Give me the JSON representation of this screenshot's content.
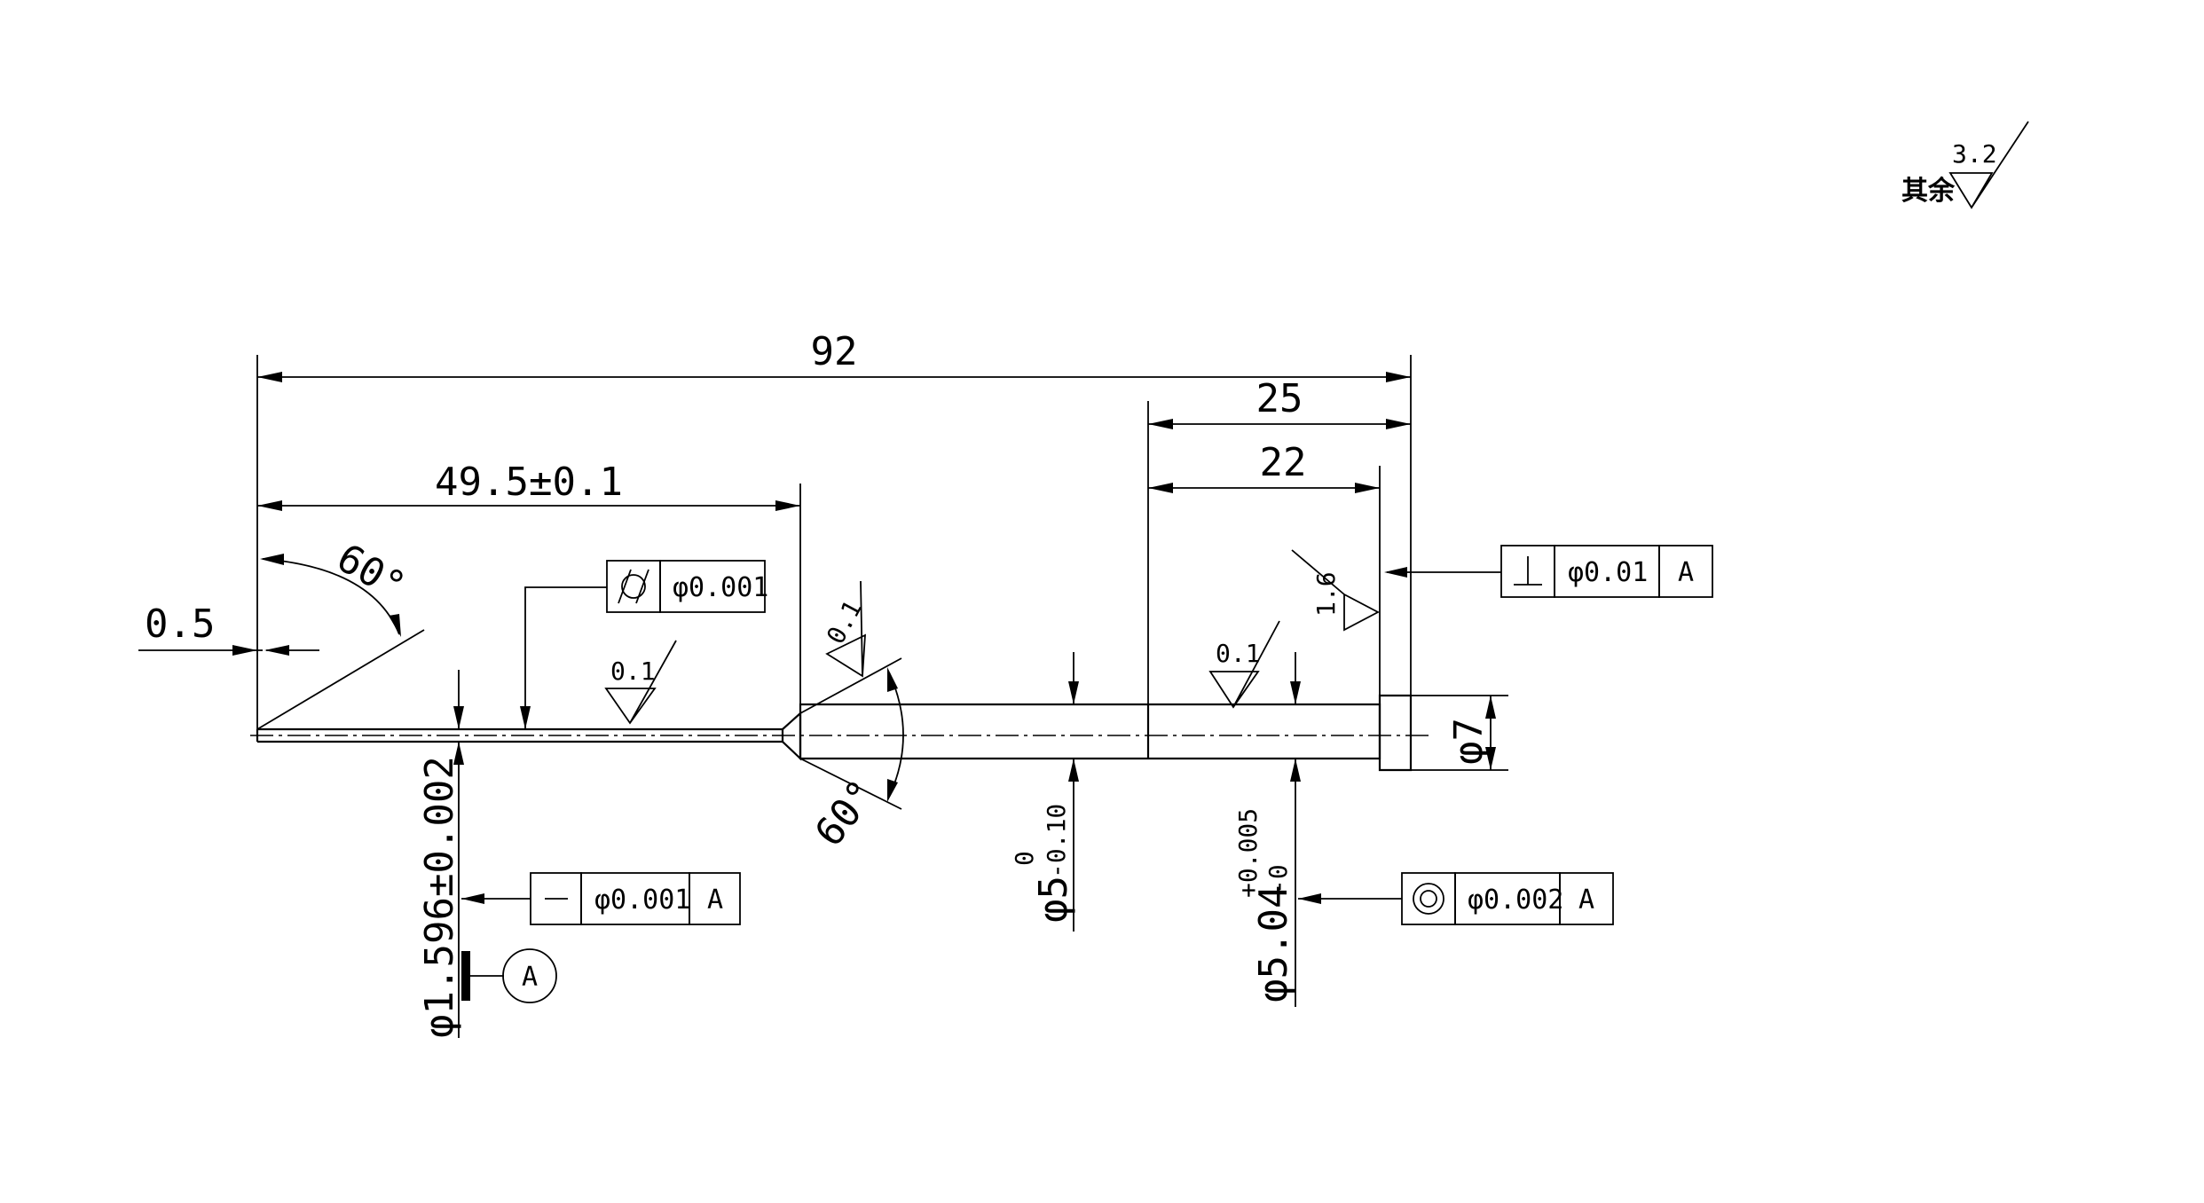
{
  "roughness_note": {
    "prefix": "其余",
    "value": "3.2"
  },
  "dimensions": {
    "overall_length": "92",
    "head_section": "25",
    "shank_section": "22",
    "pin_length": "49.5±0.1",
    "tip_width": "0.5",
    "tip_angle": "60°",
    "taper_angle": "60°",
    "pin_diameter": "φ1.596±0.002",
    "body_diameter_base": "φ5",
    "body_diameter_upper_tol": "0",
    "body_diameter_lower_tol": "-0.10",
    "shoulder_diameter_base": "φ5.04",
    "shoulder_diameter_upper_tol": "+0.005",
    "shoulder_diameter_lower_tol": "-0",
    "head_diameter": "φ7"
  },
  "surface_finish": {
    "pin": "0.1",
    "taper": "0.1",
    "shoulder": "0.1",
    "head_face": "1.6"
  },
  "tolerance_frames": {
    "cylindricity": {
      "symbol": "cylindricity",
      "value": "φ0.001"
    },
    "straightness": {
      "symbol": "straightness",
      "value": "φ0.001",
      "datum": "A"
    },
    "perpendicularity": {
      "symbol": "perpendicularity",
      "value": "φ0.01",
      "datum": "A"
    },
    "concentricity": {
      "symbol": "concentricity",
      "value": "φ0.002",
      "datum": "A"
    }
  },
  "datum_label": "A"
}
